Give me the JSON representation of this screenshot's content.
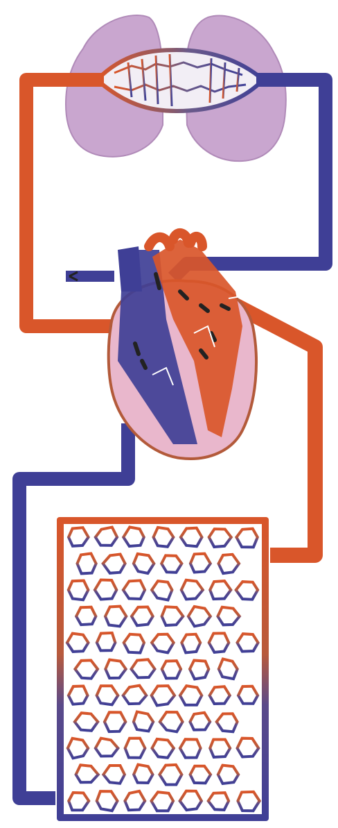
{
  "diagram": {
    "colors": {
      "oxygenated": "#d9562a",
      "deoxygenated": "#3f3f96",
      "lung": "#c9a6cf",
      "heart_tissue": "#e9b7cc",
      "heart_outline": "#b35a3a",
      "capillary_wall": "#ffffff"
    },
    "parts": [
      "lungs",
      "pulmonary-capillaries",
      "heart",
      "systemic-capillaries",
      "pulmonary-artery",
      "pulmonary-vein",
      "aorta",
      "vena-cava"
    ]
  }
}
